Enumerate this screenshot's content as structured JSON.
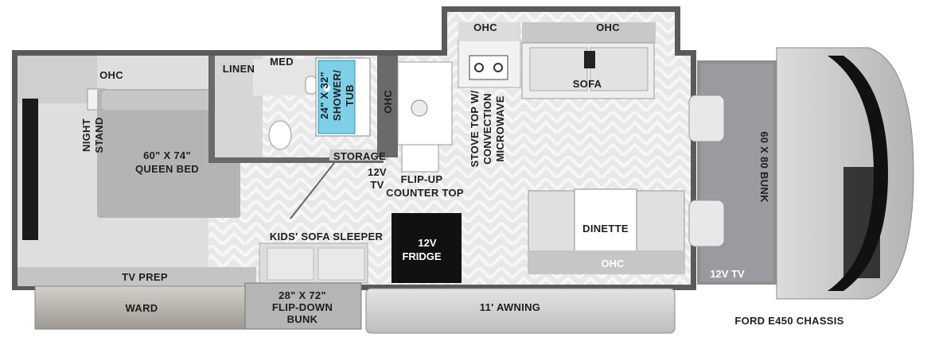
{
  "labels": {
    "ohc_bedroom": "OHC",
    "night_stand": "NIGHT STAND",
    "night": "NIGHT",
    "stand": "STAND",
    "queen_bed_size": "60\" X 74\"",
    "queen_bed": "QUEEN BED",
    "linen": "LINEN",
    "med": "MED",
    "shower_size": "24\" X 32\"",
    "shower": "SHOWER/",
    "tub": "TUB",
    "ohc_kitchen": "OHC",
    "storage": "STORAGE",
    "tv_12v_mid_1": "12V",
    "tv_12v_mid_2": "TV",
    "flip_up_1": "FLIP-UP",
    "flip_up_2": "COUNTER TOP",
    "stove_1": "STOVE TOP W/",
    "stove_2": "CONVECTION",
    "stove_3": "MICROWAVE",
    "ohc_top_left": "OHC",
    "ohc_top_right": "OHC",
    "sofa": "SOFA",
    "bunk": "60 X 80 BUNK",
    "dinette": "DINETTE",
    "ohc_dinette": "OHC",
    "tv_12v_cab": "12V TV",
    "fridge_1": "12V",
    "fridge_2": "FRIDGE",
    "kids_sofa": "KIDS' SOFA SLEEPER",
    "tv_prep": "TV PREP",
    "ward": "WARD",
    "flip_down_1": "28\" X 72\"",
    "flip_down_2": "FLIP-DOWN",
    "flip_down_3": "BUNK",
    "awning": "11' AWNING",
    "chassis": "FORD E450 CHASSIS"
  },
  "colors": {
    "wall": "#555555",
    "floor": "#e9e9e9",
    "bed": "#b9b9bb",
    "fridge": "#111111",
    "awning": "#cfcfcf",
    "cab": "#8f8f93"
  }
}
